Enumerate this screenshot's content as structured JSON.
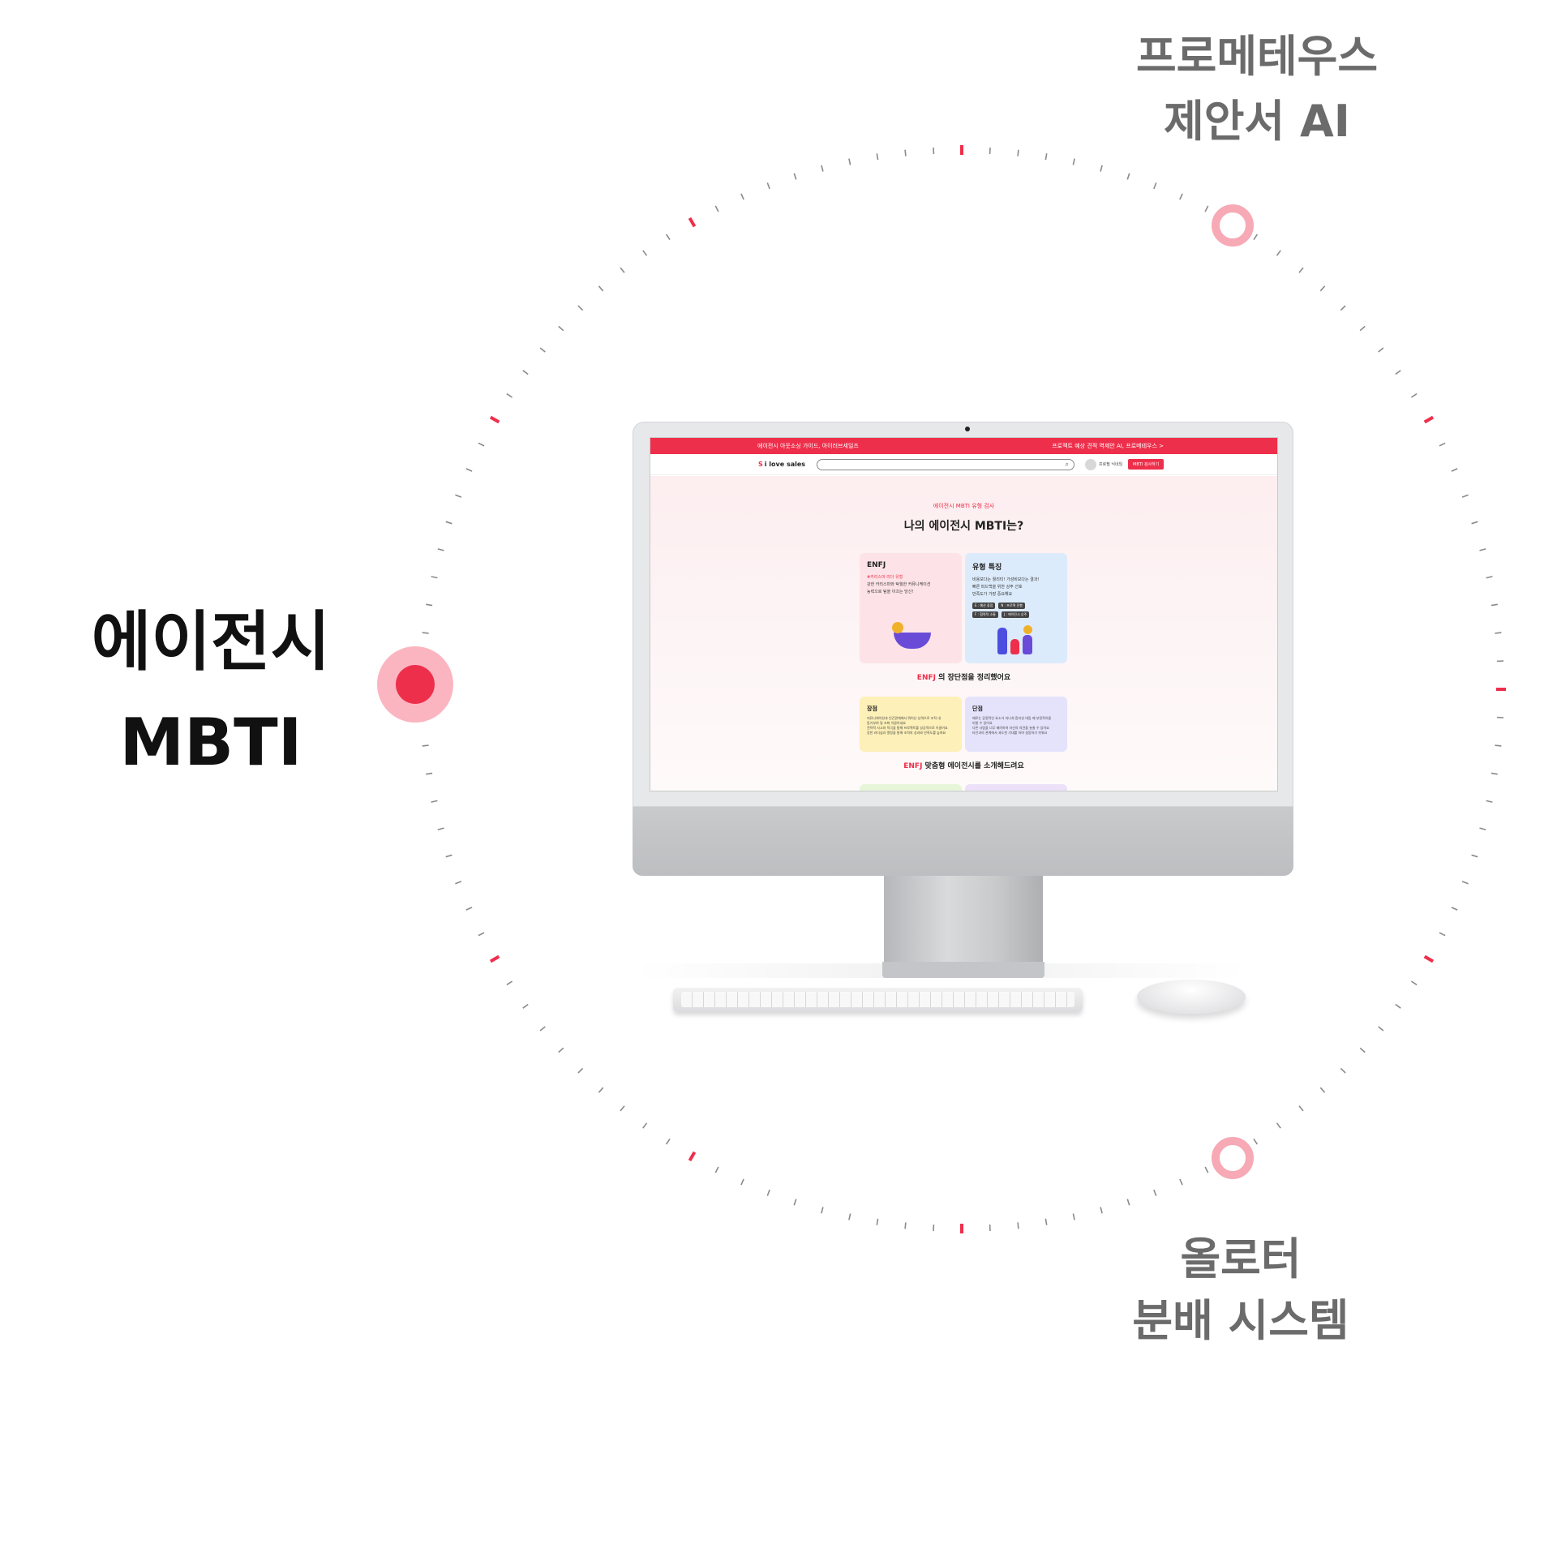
{
  "labels": {
    "top": [
      "프로메테우스",
      "제안서 AI"
    ],
    "left": [
      "에이전시",
      "MBTI"
    ],
    "bottom": [
      "올로터",
      "분배 시스템"
    ]
  },
  "colors": {
    "accent": "#ee2f4b",
    "accent_soft": "#f7a9b6",
    "label_gray": "#6b6b6b"
  },
  "screen": {
    "topbar": {
      "left_text": "에이전시 아웃소싱 가이드, 아이러브세일즈",
      "right_text": "프로젝트 예상 견적 역제안 AI, 프로메테우스 >"
    },
    "nav": {
      "logo_text": "i love sales",
      "search_placeholder": "",
      "search_icon": "search-icon",
      "profile_name": "프로필 닉네임",
      "cta_label": "MBTI 검사하기"
    },
    "hero": {
      "eyebrow": "에이전시 MBTI 유형 검사",
      "heading": "나의 에이전시 MBTI는?"
    },
    "type_card": {
      "title": "ENFJ",
      "tagline": "#카리스마 리더 유형",
      "lines": [
        "강한 카리스마와 탁월한 커뮤니케이션",
        "능력으로 팀을 이끄는 당신!"
      ]
    },
    "traits_card": {
      "title": "유형 특징",
      "lines": [
        "비용보다는 퀄리티! 가성비보다는 결과!",
        "빠른 피드백을 위한 상주 선호",
        "만족도가 가장 중요해요"
      ],
      "tags": [
        "E : 예산 중점",
        "N : 프로젝 진행",
        "F : 협력적 소통",
        "J : 에이전시 상주"
      ]
    },
    "section1": {
      "highlight": "ENFJ",
      "rest": " 의 장단점을 정리했어요"
    },
    "pros": {
      "title": "장점",
      "lines": [
        "커뮤니케이션과 인간관계에서 뛰어난 능력으로 조직 내",
        "동기부여 및 조화 이끌어내요",
        "전략적 사고와 적극을 통해 프로젝트를 성공적으로 이끌어요",
        "강한 리더십과 열정을 통해 조직의 성과와 만족도를 높여요"
      ]
    },
    "cons": {
      "title": "단점",
      "lines": [
        "때로는 감정적인 요소가 지나쳐 합리성 대립 때 부정적이을",
        "미칠 수 있어요",
        "다른 사람을 너무 배려하여 자신의 의견을 놓칠 수 있어요",
        "타인과의 관계에서 과도한 기대를 하여 실망하기 쉬워요"
      ]
    },
    "section2": {
      "highlight": "ENFJ",
      "rest": " 맞춤형 에이전시를 소개해드려요"
    }
  }
}
